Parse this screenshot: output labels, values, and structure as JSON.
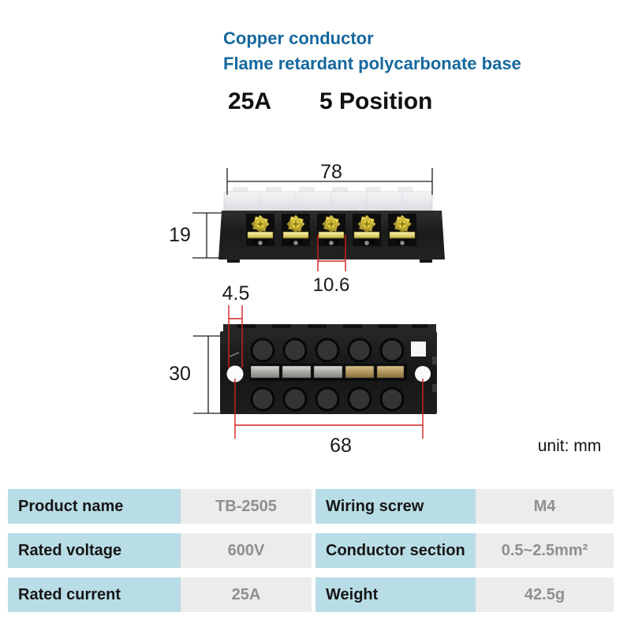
{
  "header": {
    "line1": "Copper conductor",
    "line2": "Flame retardant polycarbonate base",
    "rating_current": "25A",
    "rating_positions": "5 Position"
  },
  "diagrams": {
    "unit_label": "unit: mm",
    "front_view": {
      "overall_width": "78",
      "overall_height": "19",
      "terminal_pitch": "10.6"
    },
    "bottom_view": {
      "mount_hole_offset": "4.5",
      "overall_depth": "30",
      "mount_hole_spacing": "68"
    }
  },
  "spec_table": {
    "rows": [
      {
        "label1": "Product name",
        "value1": "TB-2505",
        "label2": "Wiring screw",
        "value2": "M4"
      },
      {
        "label1": "Rated voltage",
        "value1": "600V",
        "label2": "Conductor section",
        "value2": "0.5~2.5mm²"
      },
      {
        "label1": "Rated current",
        "value1": "25A",
        "label2": "Weight",
        "value2": "42.5g"
      }
    ]
  },
  "colors": {
    "title_blue": "#15689E",
    "table_label_bg": "#B9DDE6",
    "table_value_bg": "#ECECEC",
    "table_value_text": "#8F8F8F",
    "dimension_red": "#D32222"
  }
}
